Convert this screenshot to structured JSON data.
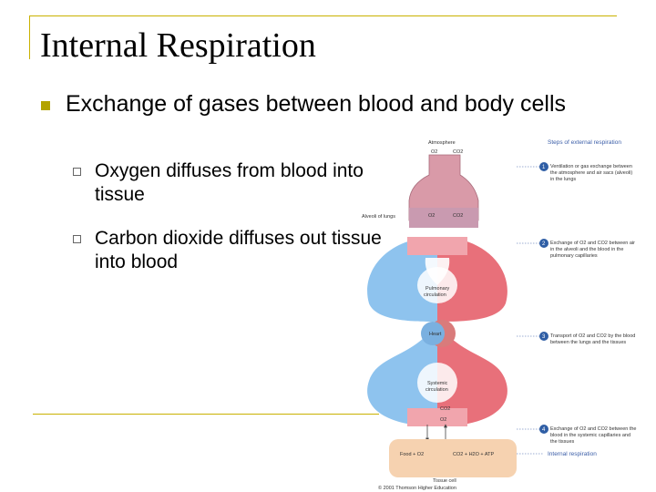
{
  "slide": {
    "title": "Internal Respiration",
    "bullet": "Exchange of gases between blood and body cells",
    "sub_bullets": [
      "Oxygen diffuses from blood into tissue",
      "Carbon dioxide diffuses out tissue into blood"
    ]
  },
  "diagram": {
    "atmosphere_label": "Atmosphere",
    "o2_label": "O2",
    "co2_label": "CO2",
    "alveoli_label": "Alveoli of lungs",
    "pulmonary_label": [
      "Pulmonary",
      "circulation"
    ],
    "heart_label": "Heart",
    "systemic_label": [
      "Systemic",
      "circulation"
    ],
    "food_label": "Food + O2",
    "products_label": "CO2 + H2O + ATP",
    "tissue_label": "Tissue cell",
    "copyright": "© 2001 Thomson Higher Education",
    "steps_title": "Steps of external respiration",
    "steps": [
      {
        "num": "1",
        "lines": [
          "Ventilation or gas exchange between",
          "the atmosphere and air sacs (alveoli)",
          "in the lungs"
        ]
      },
      {
        "num": "2",
        "lines": [
          "Exchange of O2 and CO2 between air",
          "in the alveoli and the blood in the",
          "pulmonary capillaries"
        ]
      },
      {
        "num": "3",
        "lines": [
          "Transport of O2 and CO2 by the blood",
          "between the lungs and the tissues"
        ]
      },
      {
        "num": "4",
        "lines": [
          "Exchange of O2 and CO2 between the",
          "blood in the systemic capillaries and",
          "the tissues"
        ]
      }
    ],
    "internal_label": "Internal respiration",
    "colors": {
      "oxygenated": "#e8707a",
      "deoxygenated": "#8ec3ee",
      "tissue": "#f6d2b0",
      "step_circle": "#2f5ea5",
      "accent": "#c9b100"
    }
  }
}
